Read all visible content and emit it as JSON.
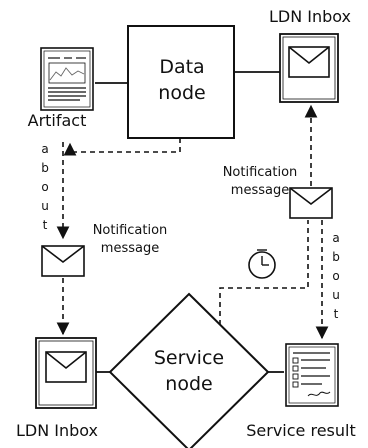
{
  "data_node": {
    "line1": "Data",
    "line2": "node"
  },
  "service_node": {
    "line1": "Service",
    "line2": "node"
  },
  "ldn_inbox_top": "LDN Inbox",
  "ldn_inbox_bottom": "LDN Inbox",
  "artifact": "Artifact",
  "service_result": "Service result",
  "notification_left": {
    "line1": "Notification",
    "line2": "message"
  },
  "notification_right": {
    "line1": "Notification",
    "line2": "message"
  },
  "about_left": [
    "a",
    "b",
    "o",
    "u",
    "t"
  ],
  "about_right": [
    "a",
    "b",
    "o",
    "u",
    "t"
  ],
  "colors": {
    "stroke": "#111111",
    "background": "#ffffff"
  }
}
